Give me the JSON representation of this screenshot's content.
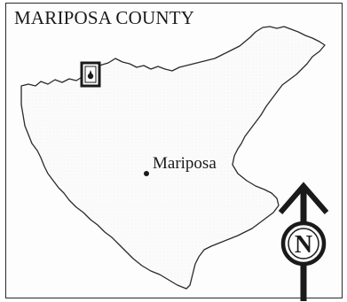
{
  "map": {
    "title": "MARIPOSA COUNTY",
    "city": {
      "name": "Mariposa"
    },
    "north_arrow": {
      "letter": "N"
    },
    "locator_marker": {
      "icon": "locator-pin-icon"
    }
  }
}
